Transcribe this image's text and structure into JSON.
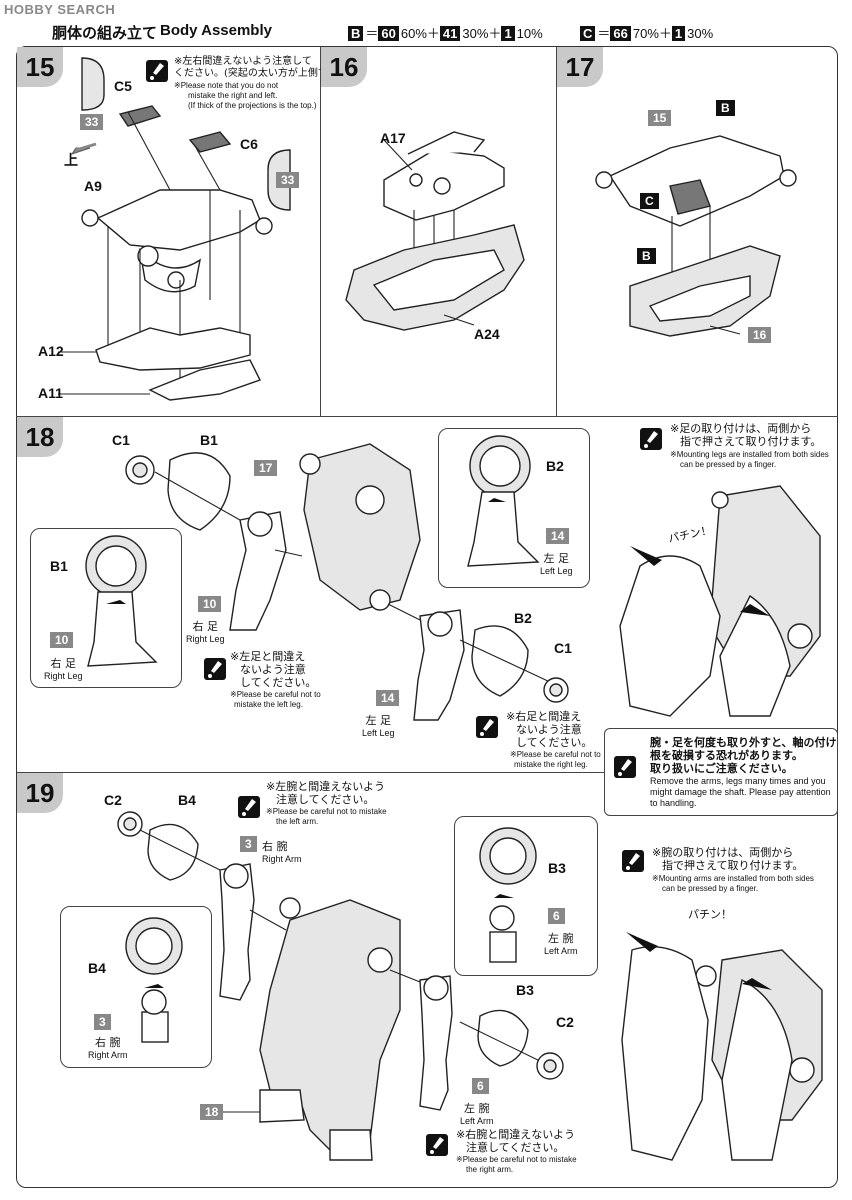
{
  "watermark": "HOBBY SEARCH",
  "header": {
    "title_jp": "胴体の組み立て",
    "title_en": "Body Assembly",
    "formula_b": {
      "letter": "B",
      "eq": "＝",
      "c1": "60",
      "p1": "60%",
      "plus1": "＋",
      "c2": "41",
      "p2": "30%",
      "plus2": "＋",
      "c3": "1",
      "p3": "10%"
    },
    "formula_c": {
      "letter": "C",
      "eq": "＝",
      "c1": "66",
      "p1": "70%",
      "plus1": "＋",
      "c2": "1",
      "p2": "30%"
    }
  },
  "step15": {
    "num": "15",
    "note_jp_1": "※左右間違えないよう注意して",
    "note_jp_2": "ください。(突起の太い方が上側です。)",
    "note_en_1": "※Please note that you do not",
    "note_en_2": "mistake the right and left.",
    "note_en_3": "(If thick of the projections is the top.)",
    "c5": "C5",
    "c6": "C6",
    "a9": "A9",
    "a12": "A12",
    "a11": "A11",
    "color33a": "33",
    "color33b": "33",
    "up": "上"
  },
  "step16": {
    "num": "16",
    "a17": "A17",
    "a24": "A24"
  },
  "step17": {
    "num": "17",
    "ref15": "15",
    "b1": "B",
    "c": "C",
    "b2": "B",
    "ref16": "16"
  },
  "step18": {
    "num": "18",
    "c1a": "C1",
    "b1": "B1",
    "ref17": "17",
    "b2_callout": "B2",
    "ref14_callout": "14",
    "left_leg_jp": "左 足",
    "left_leg_en": "Left Leg",
    "b1_callout": "B1",
    "ref10_callout": "10",
    "right_leg_jp": "右 足",
    "right_leg_en": "Right Leg",
    "ref10": "10",
    "right_leg2_jp": "右 足",
    "right_leg2_en": "Right Leg",
    "b2": "B2",
    "c1b": "C1",
    "ref14": "14",
    "left_leg2_jp": "左 足",
    "left_leg2_en": "Left Leg",
    "note1_jp_1": "※左足と間違え",
    "note1_jp_2": "ないよう注意",
    "note1_jp_3": "してください。",
    "note1_en_1": "※Please be careful not to",
    "note1_en_2": "mistake the left leg.",
    "note2_jp_1": "※右足と間違え",
    "note2_jp_2": "ないよう注意",
    "note2_jp_3": "してください。",
    "note2_en_1": "※Please be careful not to",
    "note2_en_2": "mistake the right leg.",
    "side_note_jp_1": "※足の取り付けは、両側から",
    "side_note_jp_2": "指で押さえて取り付けます。",
    "side_note_en_1": "※Mounting legs are installed from both sides",
    "side_note_en_2": "can be pressed by a finger.",
    "snap": "パチン！"
  },
  "warning": {
    "jp_1": "腕・足を何度も取り外すと、軸の付け",
    "jp_2": "根を破損する恐れがあります。",
    "jp_3": "取り扱いにご注意ください。",
    "en_1": "Remove the arms, legs many times and you",
    "en_2": "might damage the shaft. Please pay attention",
    "en_3": "to handling."
  },
  "step19": {
    "num": "19",
    "c2a": "C2",
    "b4": "B4",
    "ref3": "3",
    "right_arm_jp": "右 腕",
    "right_arm_en": "Right Arm",
    "note1_jp_1": "※左腕と間違えないよう",
    "note1_jp_2": "注意してください。",
    "note1_en_1": "※Please be careful not to mistake",
    "note1_en_2": "the left arm.",
    "b4_callout": "B4",
    "ref3_callout": "3",
    "right_arm2_jp": "右 腕",
    "right_arm2_en": "Right Arm",
    "b3_callout": "B3",
    "ref6_callout": "6",
    "left_arm_jp": "左 腕",
    "left_arm_en": "Left Arm",
    "b3": "B3",
    "c2b": "C2",
    "ref6": "6",
    "left_arm2_jp": "左 腕",
    "left_arm2_en": "Left Arm",
    "ref18": "18",
    "note2_jp_1": "※右腕と間違えないよう",
    "note2_jp_2": "注意してください。",
    "note2_en_1": "※Please be careful not to mistake",
    "note2_en_2": "the right arm.",
    "side_note_jp_1": "※腕の取り付けは、両側から",
    "side_note_jp_2": "指で押さえて取り付けます。",
    "side_note_en_1": "※Mounting arms are installed from both sides",
    "side_note_en_2": "can be pressed by a finger.",
    "snap": "パチン！"
  }
}
